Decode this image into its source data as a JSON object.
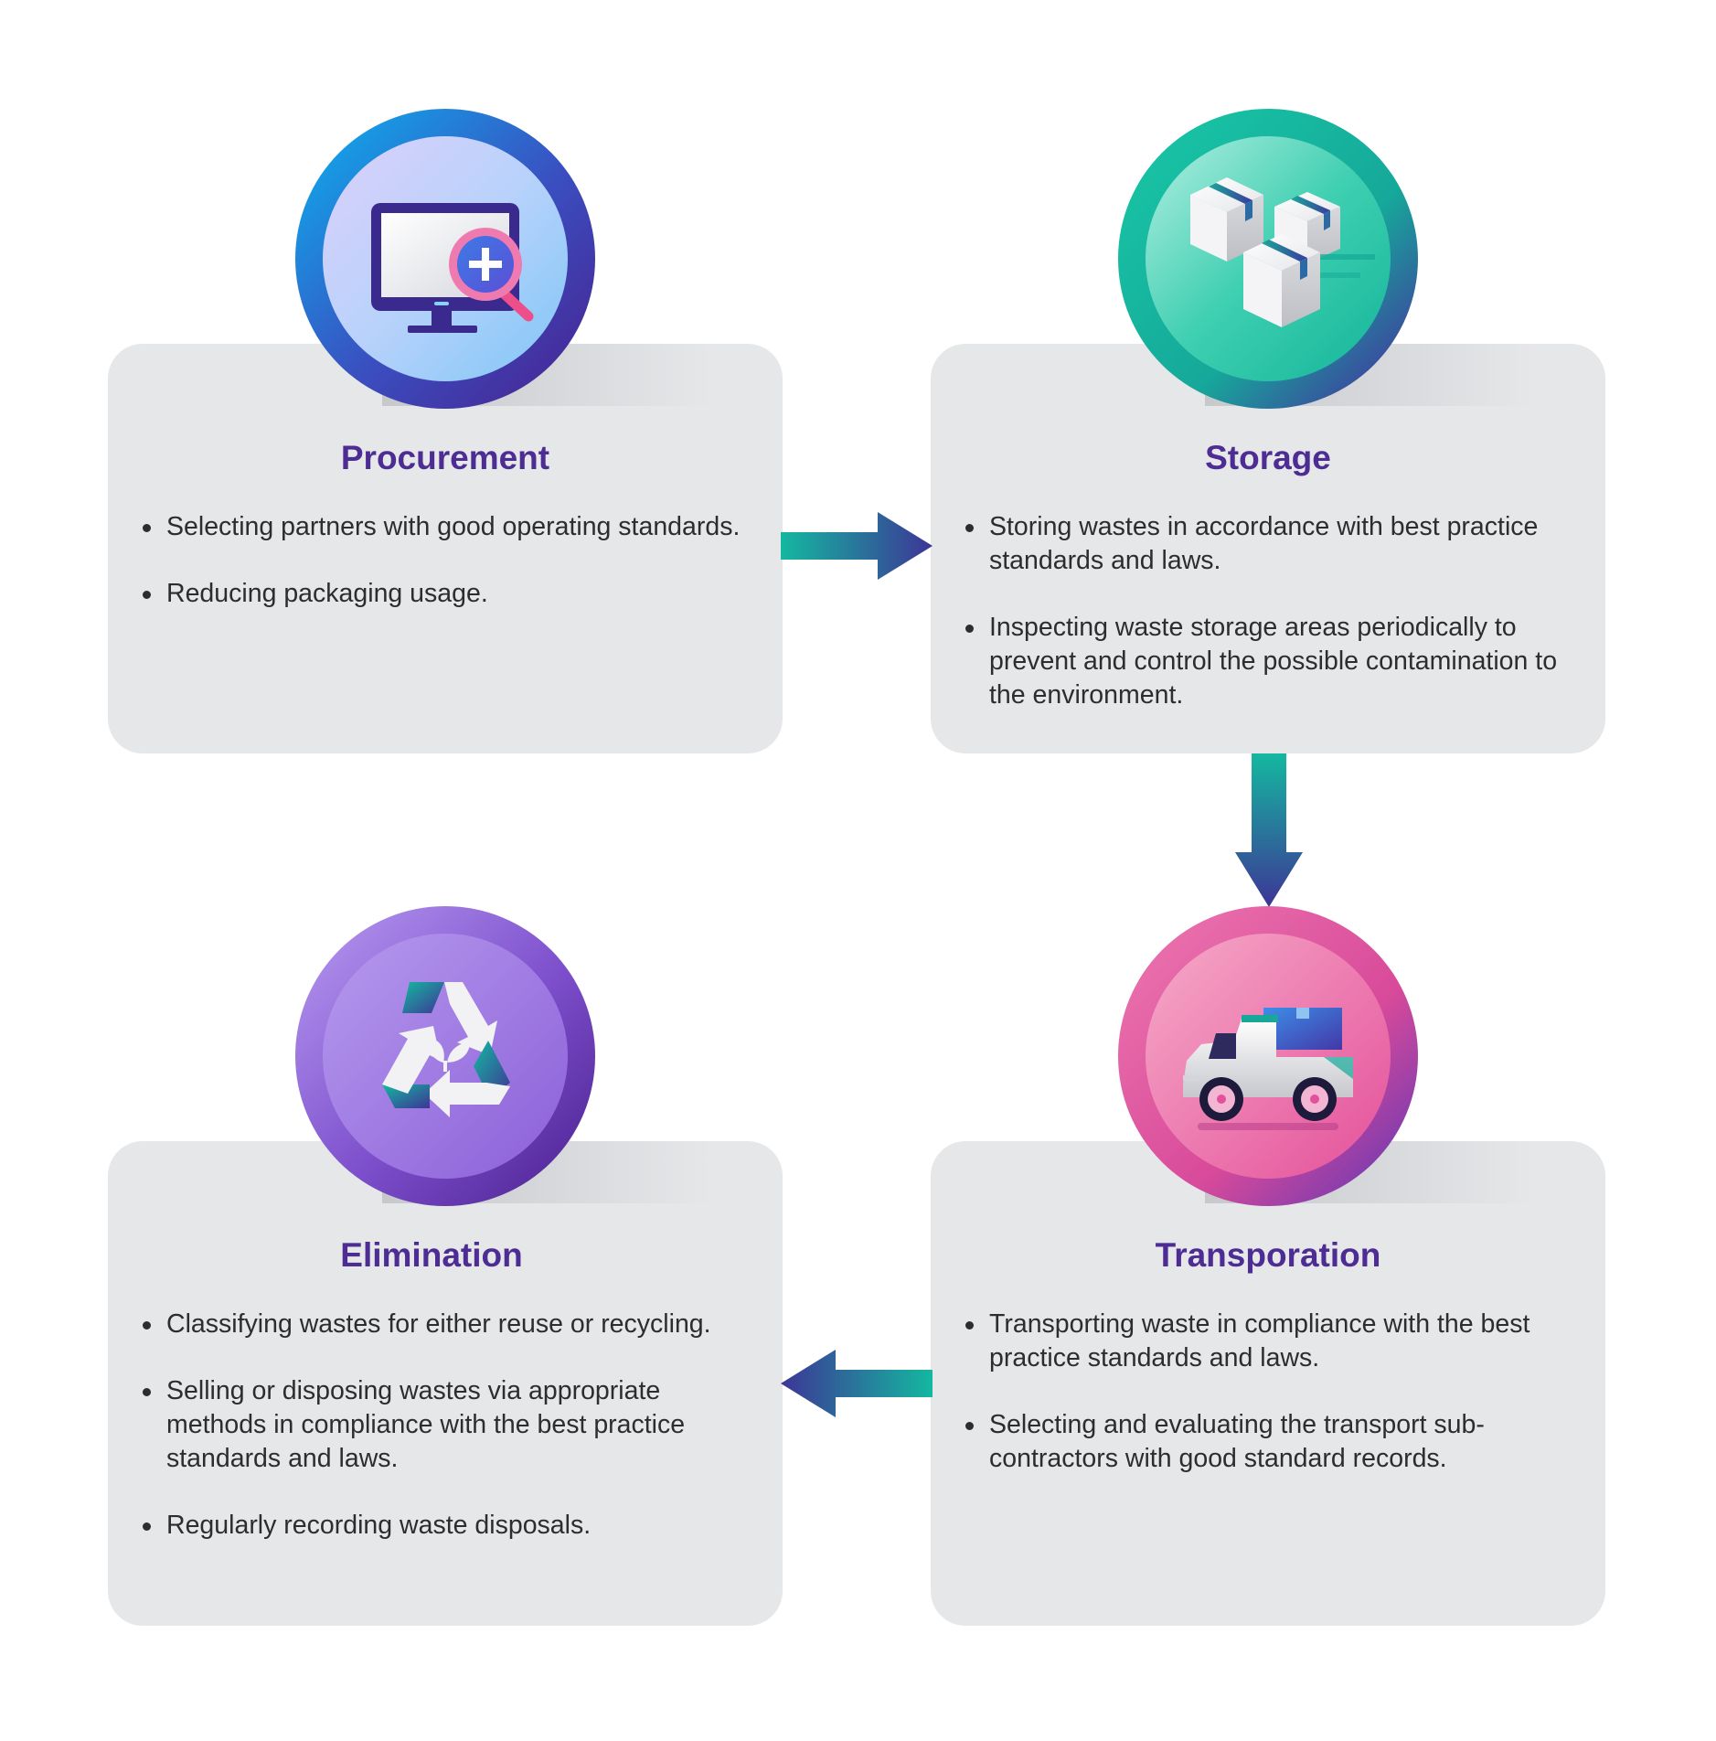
{
  "steps": [
    {
      "title": "Procurement",
      "icon": "monitor-magnifier-icon",
      "items": [
        "Selecting partners with good operating standards.",
        "Reducing packaging usage."
      ]
    },
    {
      "title": "Storage",
      "icon": "boxes-icon",
      "items": [
        "Storing wastes in accordance with best practice standards and laws.",
        "Inspecting waste storage areas periodically to prevent and control the possible contamination to the environment."
      ]
    },
    {
      "title": "Transporation",
      "icon": "truck-icon",
      "items": [
        "Transporting waste in compliance with the best practice standards and laws.",
        "Selecting and evaluating the transport sub-contractors with good standard records."
      ]
    },
    {
      "title": "Elimination",
      "icon": "recycle-icon",
      "items": [
        "Classifying wastes for either reuse or recycling.",
        "Selling or disposing wastes via appropriate methods in compliance with the best practice standards and laws.",
        "Regularly recording waste disposals."
      ]
    }
  ],
  "colors": {
    "title": "#4d2c94",
    "card": "#e6e7e9",
    "arrow_start": "#14b8a0",
    "arrow_end": "#3d3596"
  }
}
